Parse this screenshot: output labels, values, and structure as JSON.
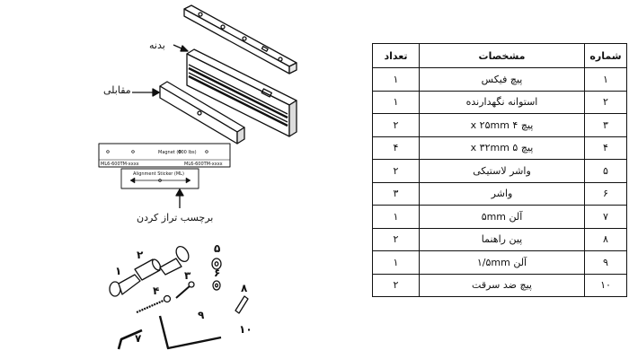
{
  "labels": {
    "body": "بدنه",
    "counterpart": "مقابلی",
    "leveling_sticker": "برچسب تراز کردن"
  },
  "plate_text": {
    "magnet": "Magnet (600 lbs)",
    "left_code": "ML6-600TM-xxxx",
    "right_code": "ML6-600TM-xxxx",
    "sticker": "Alignment Sticker (ML)"
  },
  "part_numbers": [
    "۱",
    "۲",
    "۳",
    "۴",
    "۵",
    "۶",
    "۷",
    "۸",
    "۹",
    "۱۰"
  ],
  "table": {
    "headers": {
      "no": "شماره",
      "desc": "مشخصات",
      "qty": "تعداد"
    },
    "rows": [
      {
        "no": "۱",
        "desc": "پیچ فیکس",
        "qty": "۱"
      },
      {
        "no": "۲",
        "desc": "استوانه نگهدارنده",
        "qty": "۱"
      },
      {
        "no": "۳",
        "desc": "پیچ ۴ x ۲۵mm",
        "qty": "۲"
      },
      {
        "no": "۴",
        "desc": "پیچ ۵ x ۳۲mm",
        "qty": "۴"
      },
      {
        "no": "۵",
        "desc": "واشر لاستیکی",
        "qty": "۲"
      },
      {
        "no": "۶",
        "desc": "واشر",
        "qty": "۳"
      },
      {
        "no": "۷",
        "desc": "آلن ۵mm",
        "qty": "۱"
      },
      {
        "no": "۸",
        "desc": "پین راهنما",
        "qty": "۲"
      },
      {
        "no": "۹",
        "desc": "آلن ۱/۵mm",
        "qty": "۱"
      },
      {
        "no": "۱۰",
        "desc": "پیچ ضد سرقت",
        "qty": "۲"
      }
    ]
  }
}
